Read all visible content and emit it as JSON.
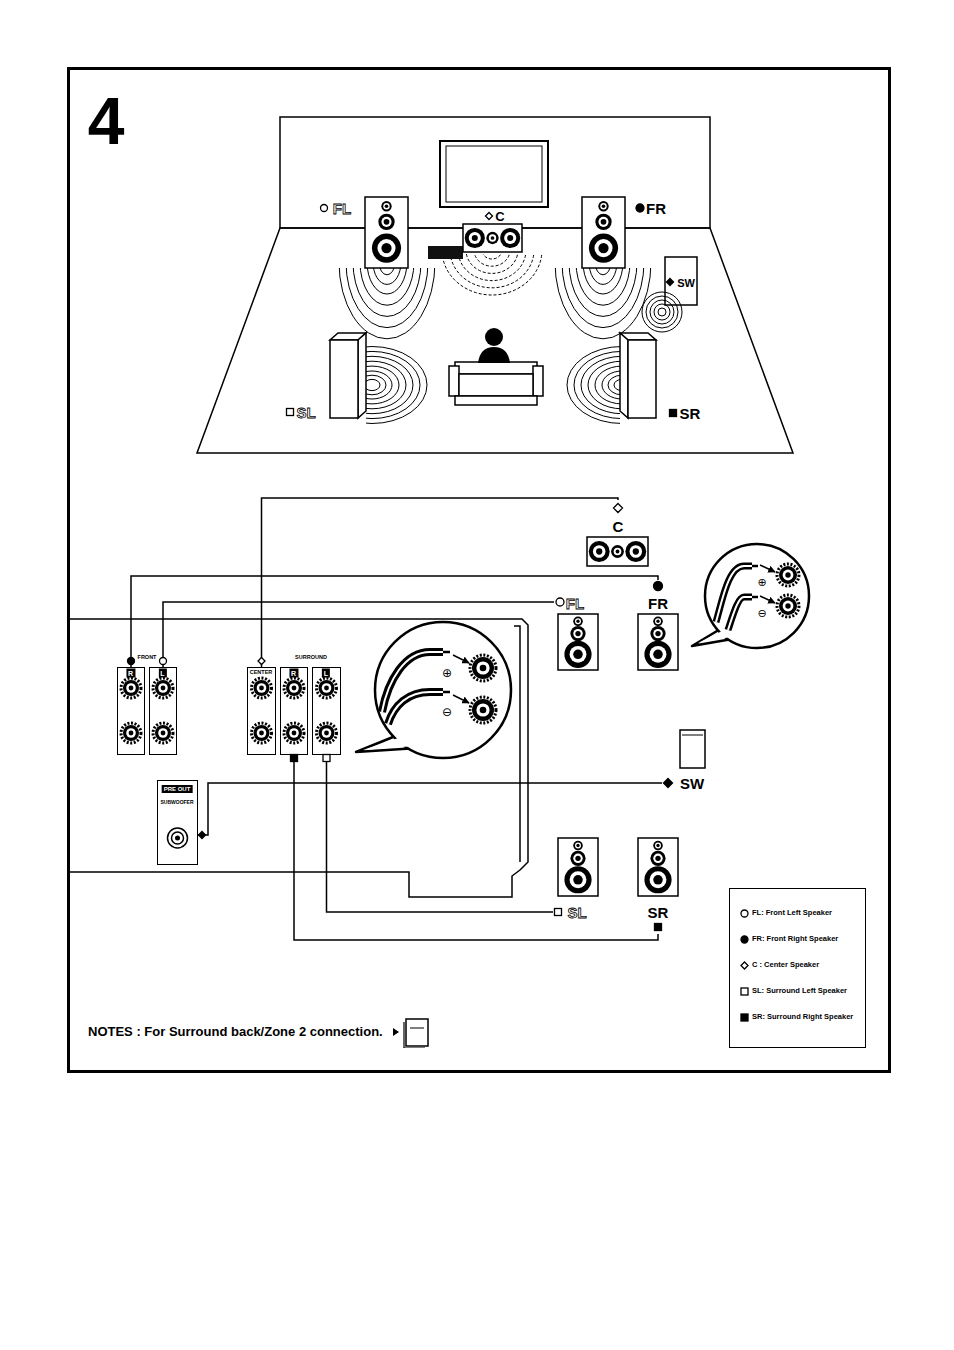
{
  "diagram": {
    "nodes": [
      {
        "text": [
          "FRONT"
        ]
      },
      {
        "text": [
          "R"
        ],
        "in": 0
      },
      {
        "text": [
          "L"
        ],
        "in": 0
      },
      {
        "text": [
          "CENTER"
        ]
      },
      {
        "text": [
          "SURROUND"
        ]
      },
      {
        "text": [
          "R"
        ],
        "in": 4
      },
      {
        "text": [
          "L"
        ],
        "in": 4
      },
      {
        "text": [
          "PRE OUT",
          "SUBWOOFER"
        ]
      },
      {
        "text": [
          "C"
        ]
      },
      {
        "text": [
          "FL"
        ]
      },
      {
        "text": [
          "FR"
        ]
      },
      {
        "text": [
          "SW"
        ]
      },
      {
        "text": [
          "SL"
        ]
      },
      {
        "text": [
          "SR"
        ]
      }
    ],
    "edges": [
      {
        "from": 1,
        "to": 10,
        "arrow": "none"
      },
      {
        "from": 2,
        "to": 9,
        "arrow": "none"
      },
      {
        "from": 3,
        "to": 8,
        "arrow": "none"
      },
      {
        "from": 5,
        "to": 13,
        "arrow": "none"
      },
      {
        "from": 6,
        "to": 12,
        "arrow": "none"
      },
      {
        "from": 7,
        "to": 11,
        "arrow": "none"
      }
    ],
    "labels": [
      "4",
      "FL",
      "C",
      "FR",
      "SW",
      "SL",
      "SR",
      "⊕",
      "⊖",
      "⊕",
      "⊖",
      "NOTES : For Surround back/Zone 2 connection."
    ],
    "legend": [
      {
        "text": "FL: Front Left Speaker"
      },
      {
        "text": "FR: Front Right Speaker"
      },
      {
        "text": "C : Center Speaker"
      },
      {
        "text": "SL: Surround Left Speaker"
      },
      {
        "text": "SR: Surround Right Speaker"
      }
    ]
  }
}
